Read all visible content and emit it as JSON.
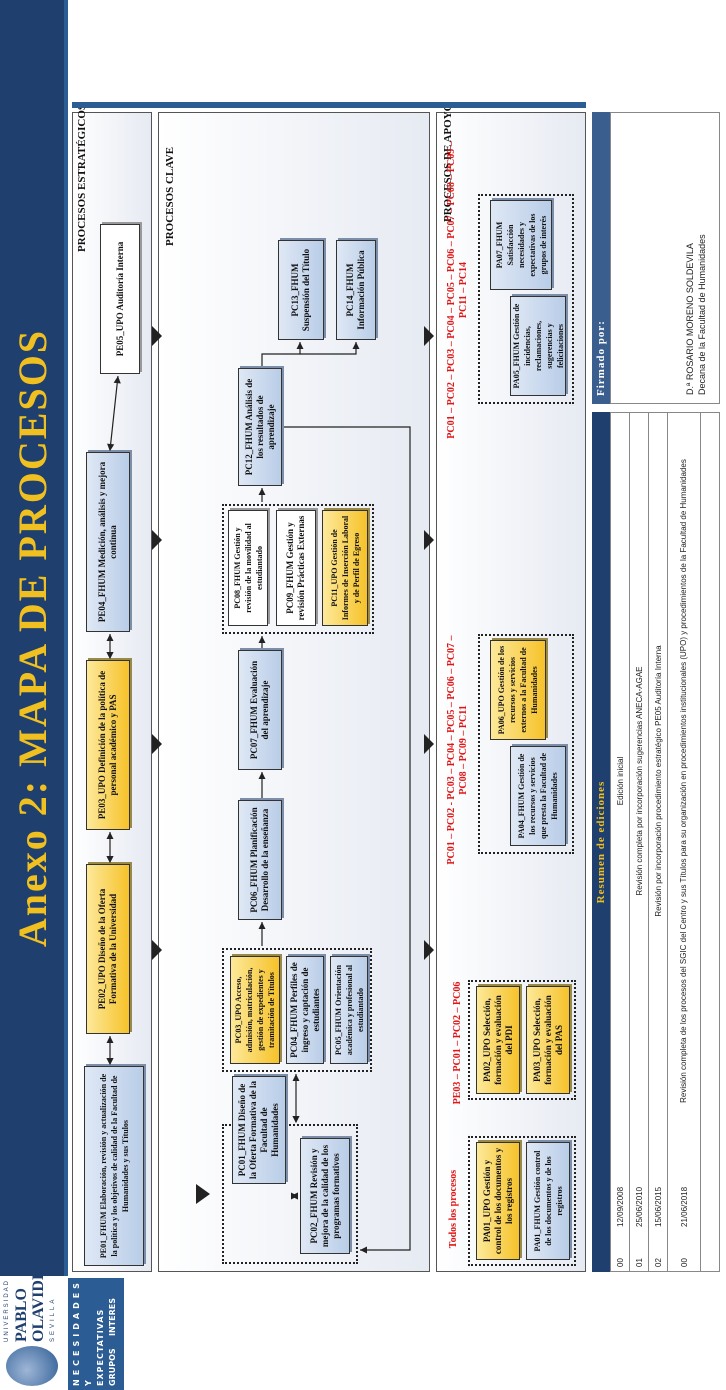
{
  "title": "Anexo 2: MAPA DE PROCESOS",
  "logo": {
    "top": "UNIVERSIDAD",
    "name1": "PABLO",
    "name2": "OLAVIDE",
    "city": "SEVILLA"
  },
  "side_label": [
    "NECESIDADES",
    "Y",
    "EXPECTATIVAS",
    "GRUPOS",
    "INTERES"
  ],
  "sections": {
    "strategic": "PROCESOS ESTRATÉGICOS",
    "key": "PROCESOS CLAVE",
    "support": "PROCESOS DE APOYO"
  },
  "strategic": [
    "PE01_FHUM Elaboración, revisión y actualización de la política y los objetivos de calidad de la Facultad de Humanidades y sus Títulos",
    "PE02_UPO Diseño de la Oferta Formativa de la Universidad",
    "PE03_UPO Definición de la política de personal académico y PAS",
    "PE04_FHUM Medición, análisis y mejora continua",
    "PE05_UPO Auditoría Interna"
  ],
  "key": {
    "pc01": "PC01_FHUM Diseño de la Oferta Formativa de la Facultad de Humanidades",
    "pc02": "PC02_FHUM Revisión y mejora de la calidad de los programas formativos",
    "pc03": "PC03_UPO Acceso, admisión, matriculación, gestión de expedientes y tramitación de Títulos",
    "pc04": "PC04_FHUM Perfiles de ingreso y captación de estudiantes",
    "pc05": "PC05_FHUM Orientación académica y profesional al estudiantado",
    "pc06": "PC06_FHUM Planificación Desarrollo de la enseñanza",
    "pc07": "PC07_FHUM Evaluación del aprendizaje",
    "pc08": "PC08_FHUM Gestión y revisión de la movilidad al estudiantado",
    "pc09": "PC09_FHUM Gestión y revisión Prácticas Externas",
    "pc11": "PC11_UPO Gestión de Informes de Inserción Laboral y de Perfil de Egreso",
    "pc12": "PC12_FHUM Análisis de los resultados de aprendizaje",
    "pc13": "PC13_FHUM Suspensión del Título",
    "pc14": "PC14_FHUM Información Pública"
  },
  "support": {
    "todos": "Todos los procesos",
    "pa01a": "PA01_UPO Gestión y control de los documentos y los registros",
    "pa01b": "PA01_FHUM Gestión control de los documentos y de los registros",
    "codes1": "PE03 – PC01 – PC02 – PC06",
    "pa02": "PA02_UPO Selección, formación y evaluación del PDI",
    "pa03": "PA03_UPO Selección, formación y evaluación del PAS",
    "codes2": "PC01 – PC02 - PC03 – PC04 – PC05 – PC06 – PC07 – PC08 – PC09 – PC11",
    "pa04": "PA04_FHUM Gestión de los recursos y servicios que presta la Facultad de Humanidades",
    "pa06": "PA06_UPO Gestión de los recursos y servicios externos a la Facultad de Humanidades",
    "codes3": "PC01 – PC02 – PC03 – PC04 – PC05 – PC06 – PC07 – PC08 – PC09 – PC11 – PC14",
    "pa05": "PA05_FHUM Gestión de incidencias, reclamaciones, sugerencias y felicitaciones",
    "pa07": "PA07_FHUM Satisfacción necesidades y expectativas de los grupos de interés"
  },
  "editions": {
    "header": "Resumen de ediciones",
    "rows": [
      {
        "ed": "00",
        "date": "12/09/2008",
        "desc": "Edición inicial"
      },
      {
        "ed": "01",
        "date": "25/06/2010",
        "desc": "Revisión completa por incorporación sugerencias ANECA-AGAE"
      },
      {
        "ed": "02",
        "date": "15/06/2015",
        "desc": "Revisión por incorporación procedimiento estratégico PE05 Auditoría Interna"
      },
      {
        "ed": "00",
        "date": "21/06/2018",
        "desc": "Revisión completa de los procesos del SGIC del Centro y sus Títulos para su organización en procedimientos institucionales (UPO) y procedimientos de la Facultad de Humanidades"
      }
    ]
  },
  "signed": {
    "header": "Firmado por:",
    "name": "D.ª ROSARIO MORENO SOLDEVILA",
    "role": "Decana de la Facultad de Humanidades"
  }
}
